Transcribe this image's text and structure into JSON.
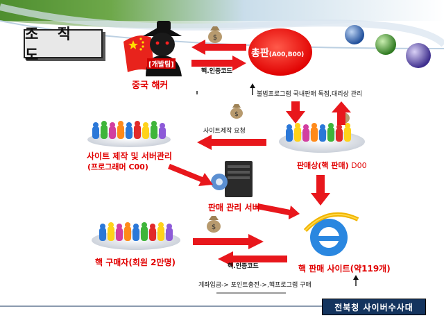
{
  "title": "조 직 도",
  "nodes": {
    "hacker_badge": "[개발팀]",
    "hacker_label": "중국 해커",
    "boss_main": "총판",
    "boss_code": "(A00,B00)",
    "dealer_label": "판매상(핵 판매)",
    "dealer_code": "D00",
    "programmer_label": "사이트 제작 및 서버관리",
    "programmer_sub": "(프로그래머 C00)",
    "server_label": "판매 관리 서버",
    "buyer_label": "핵 구매자(회원 2만명)",
    "site_label": "핵 판매 사이트(약119개)"
  },
  "edges": {
    "hack_code_top": "핵.인증코드",
    "illegal_program": "불법프로그램 국내판매 독점,대리상 관리",
    "site_request": "사이트제작 요청",
    "hack_code_bottom": "핵.인증코드",
    "payment_flow": "계좌입금-> 포인트충전->,핵프로그램 구매"
  },
  "footer": "전북청 사이버수사대",
  "colors": {
    "arrow_red": "#e8171c",
    "label_red": "#e10000",
    "boss_red": "#ff1a1a",
    "footer_bg": "#14345e",
    "accent_blue": "#2e63a8",
    "accent_green": "#4e9a3a",
    "accent_purple": "#5d4fa8"
  }
}
